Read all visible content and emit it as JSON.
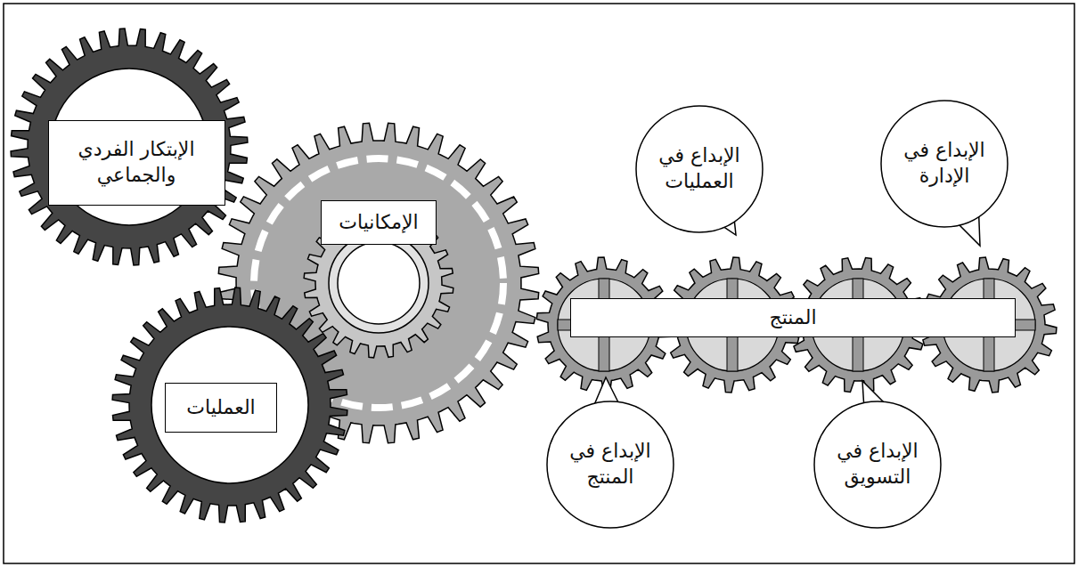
{
  "diagram": {
    "nodes": [
      {
        "text": [
          "الإبتكار الفردي والجماعي"
        ]
      },
      {
        "text": [
          "الإمكانيات"
        ]
      },
      {
        "text": [
          "العمليات"
        ]
      },
      {
        "text": [
          "المنتج"
        ]
      },
      {
        "text": [
          "الإبداع في العمليات"
        ]
      },
      {
        "text": [
          "الإبداع في الإدارة"
        ]
      },
      {
        "text": [
          "الإبداع في المنتج"
        ]
      },
      {
        "text": [
          "الإبداع في التسويق"
        ]
      }
    ]
  }
}
